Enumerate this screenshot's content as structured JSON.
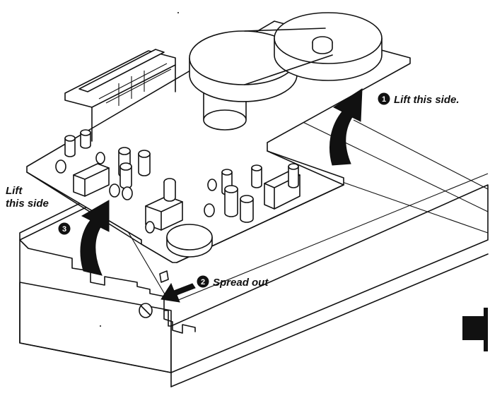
{
  "callouts": {
    "step1": {
      "number": "1",
      "text": "Lift this side."
    },
    "step2": {
      "number": "2",
      "text": "Spread out"
    },
    "step3": {
      "number": "3",
      "line1": "Lift",
      "line2": "this side"
    }
  },
  "colors": {
    "ink": "#111111",
    "paper": "#ffffff"
  }
}
